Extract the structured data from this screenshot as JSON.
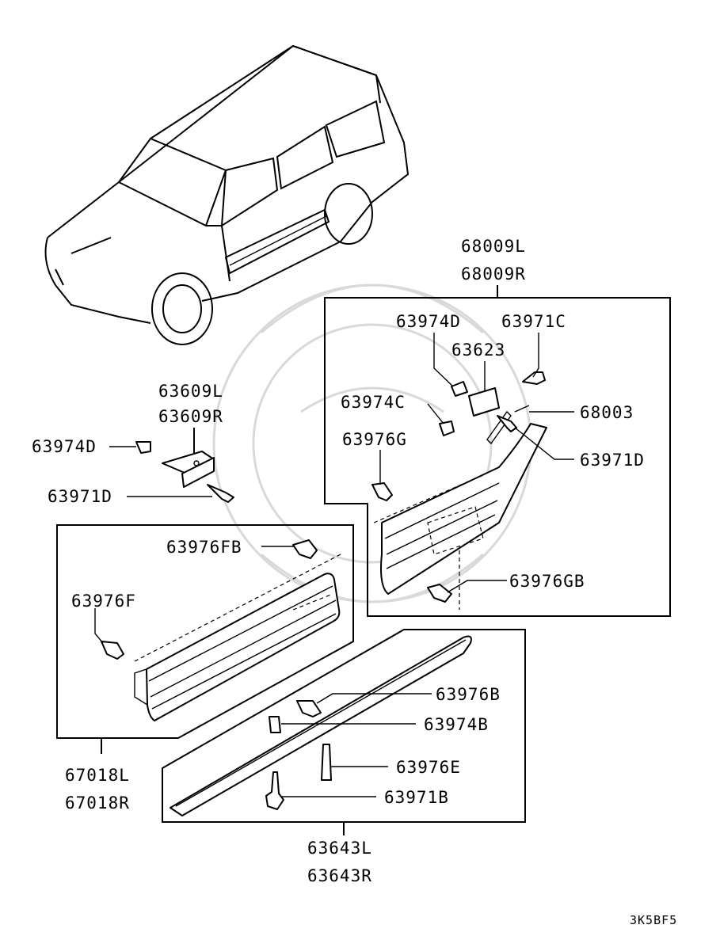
{
  "diagram": {
    "code": "3K5BF5",
    "labels": {
      "l68009L": "68009L",
      "l68009R": "68009R",
      "l63974D_a": "63974D",
      "l63971C": "63971C",
      "l63623": "63623",
      "l63974C": "63974C",
      "l68003": "68003",
      "l63976G": "63976G",
      "l63971D_a": "63971D",
      "l63976GB": "63976GB",
      "l63609L": "63609L",
      "l63609R": "63609R",
      "l63974D_b": "63974D",
      "l63971D_b": "63971D",
      "l63976FB": "63976FB",
      "l63976F": "63976F",
      "l67018L": "67018L",
      "l67018R": "67018R",
      "l63976B": "63976B",
      "l63974B": "63974B",
      "l63976E": "63976E",
      "l63971B": "63971B",
      "l63643L": "63643L",
      "l63643R": "63643R"
    }
  }
}
